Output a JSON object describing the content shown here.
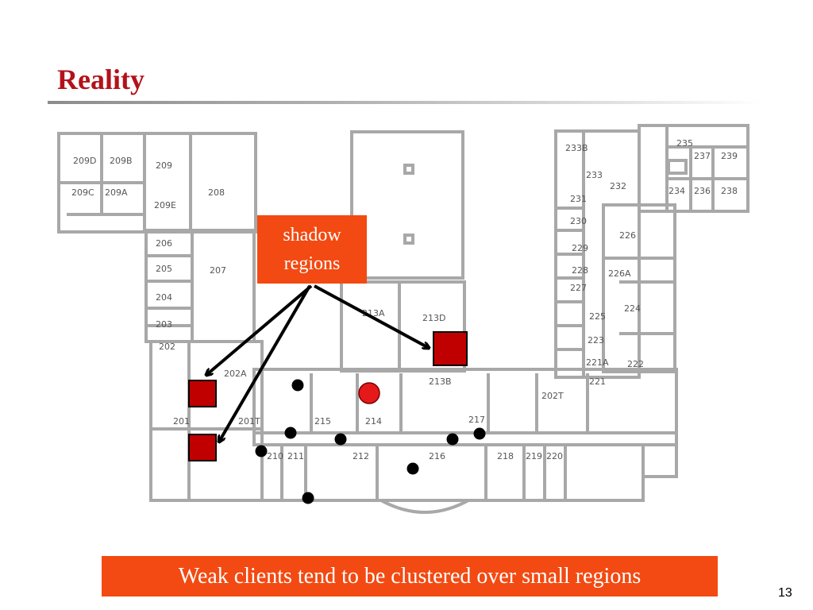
{
  "slide": {
    "title": "Reality",
    "callout": {
      "line1": "shadow",
      "line2": "regions"
    },
    "caption": "Weak clients tend to be clustered over small regions",
    "page_number": "13"
  },
  "colors": {
    "title": "#b3121a",
    "callout_background": "#f24a12",
    "access_point": "#c00000",
    "weak_client": "#000000",
    "strong_client": "#e51919"
  },
  "legend_icons": {
    "access_point": "red-square-icon",
    "weak_client": "black-dot-icon",
    "strong_client": "red-circle-icon"
  },
  "floorplan": {
    "rooms": [
      "209D",
      "209B",
      "209",
      "209C",
      "209A",
      "209E",
      "208",
      "206",
      "205",
      "207",
      "204",
      "203",
      "202",
      "202A",
      "201",
      "201T",
      "210",
      "211",
      "215",
      "214",
      "212",
      "216",
      "213B",
      "213D",
      "213A",
      "217",
      "218",
      "219",
      "220",
      "202T",
      "221A",
      "221",
      "222",
      "223",
      "224",
      "225",
      "226",
      "226A",
      "227",
      "228",
      "229",
      "230",
      "231",
      "232",
      "233",
      "233B",
      "234",
      "235",
      "236",
      "237",
      "238",
      "239"
    ]
  }
}
